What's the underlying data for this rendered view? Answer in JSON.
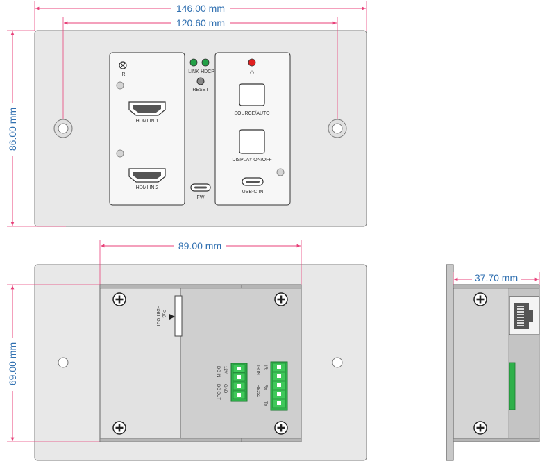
{
  "dimensions": {
    "overall_width": "146.00 mm",
    "hole_spacing": "120.60 mm",
    "height": "86.00 mm",
    "body_width": "89.00 mm",
    "body_height": "69.00 mm",
    "depth": "37.70 mm"
  },
  "front_labels": {
    "ir": "IR",
    "hdmi_in_1": "HDMI IN 1",
    "hdmi_in_2": "HDMI IN 2",
    "link": "LINK",
    "hdcp": "HDCP",
    "reset": "RESET",
    "fw": "FW",
    "power_symbol": "⏻",
    "source_auto": "SOURCE/AUTO",
    "display_on_off": "DISPLAY ON/OFF",
    "usbc_in": "USB-C IN"
  },
  "rear_labels": {
    "hdbt_out": "HDBT OUT",
    "poc": "PoC",
    "dc_in": "DC IN",
    "dc_out": "DC OUT",
    "twelve_v": "12V",
    "gnd": "GND",
    "ir": "IR",
    "ir_in": "IR IN",
    "rs232": "RS232",
    "rx": "Rx",
    "tx": "Tx"
  },
  "colors": {
    "dimension_line": "#e8417a",
    "dimension_text": "#2f6fb0",
    "led_green": "#22a046",
    "led_red": "#e02020",
    "terminal_green": "#2fb04a"
  }
}
